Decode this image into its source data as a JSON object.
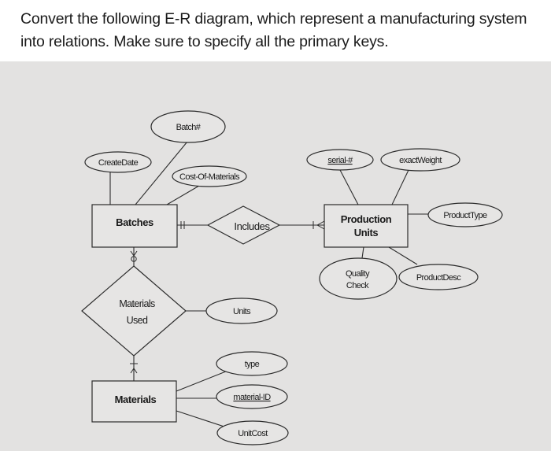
{
  "question": {
    "line1": "Convert the following E-R diagram, which represent a manufacturing system",
    "line2": "into relations. Make sure to specify all the primary keys."
  },
  "entities": {
    "batches": "Batches",
    "production_units_line1": "Production",
    "production_units_line2": "Units",
    "materials": "Materials"
  },
  "relationships": {
    "includes": "Includes",
    "materials_used_line1": "Materials",
    "materials_used_line2": "Used"
  },
  "attributes": {
    "batch_no": "Batch#",
    "create_date": "CreateDate",
    "cost_of_materials": "Cost-Of-Materials",
    "serial_no": "serial-#",
    "exact_weight": "exactWeight",
    "product_type": "ProductType",
    "quality_check_line1": "Quality",
    "quality_check_line2": "Check",
    "product_desc": "ProductDesc",
    "units": "Units",
    "type": "type",
    "material_id": "material-ID",
    "unit_cost": "UnitCost"
  },
  "colors": {
    "page_background": "#ffffff",
    "diagram_background": "#e3e2e1",
    "line_color": "#2b2b2b",
    "text_color": "#1a1a1a"
  }
}
